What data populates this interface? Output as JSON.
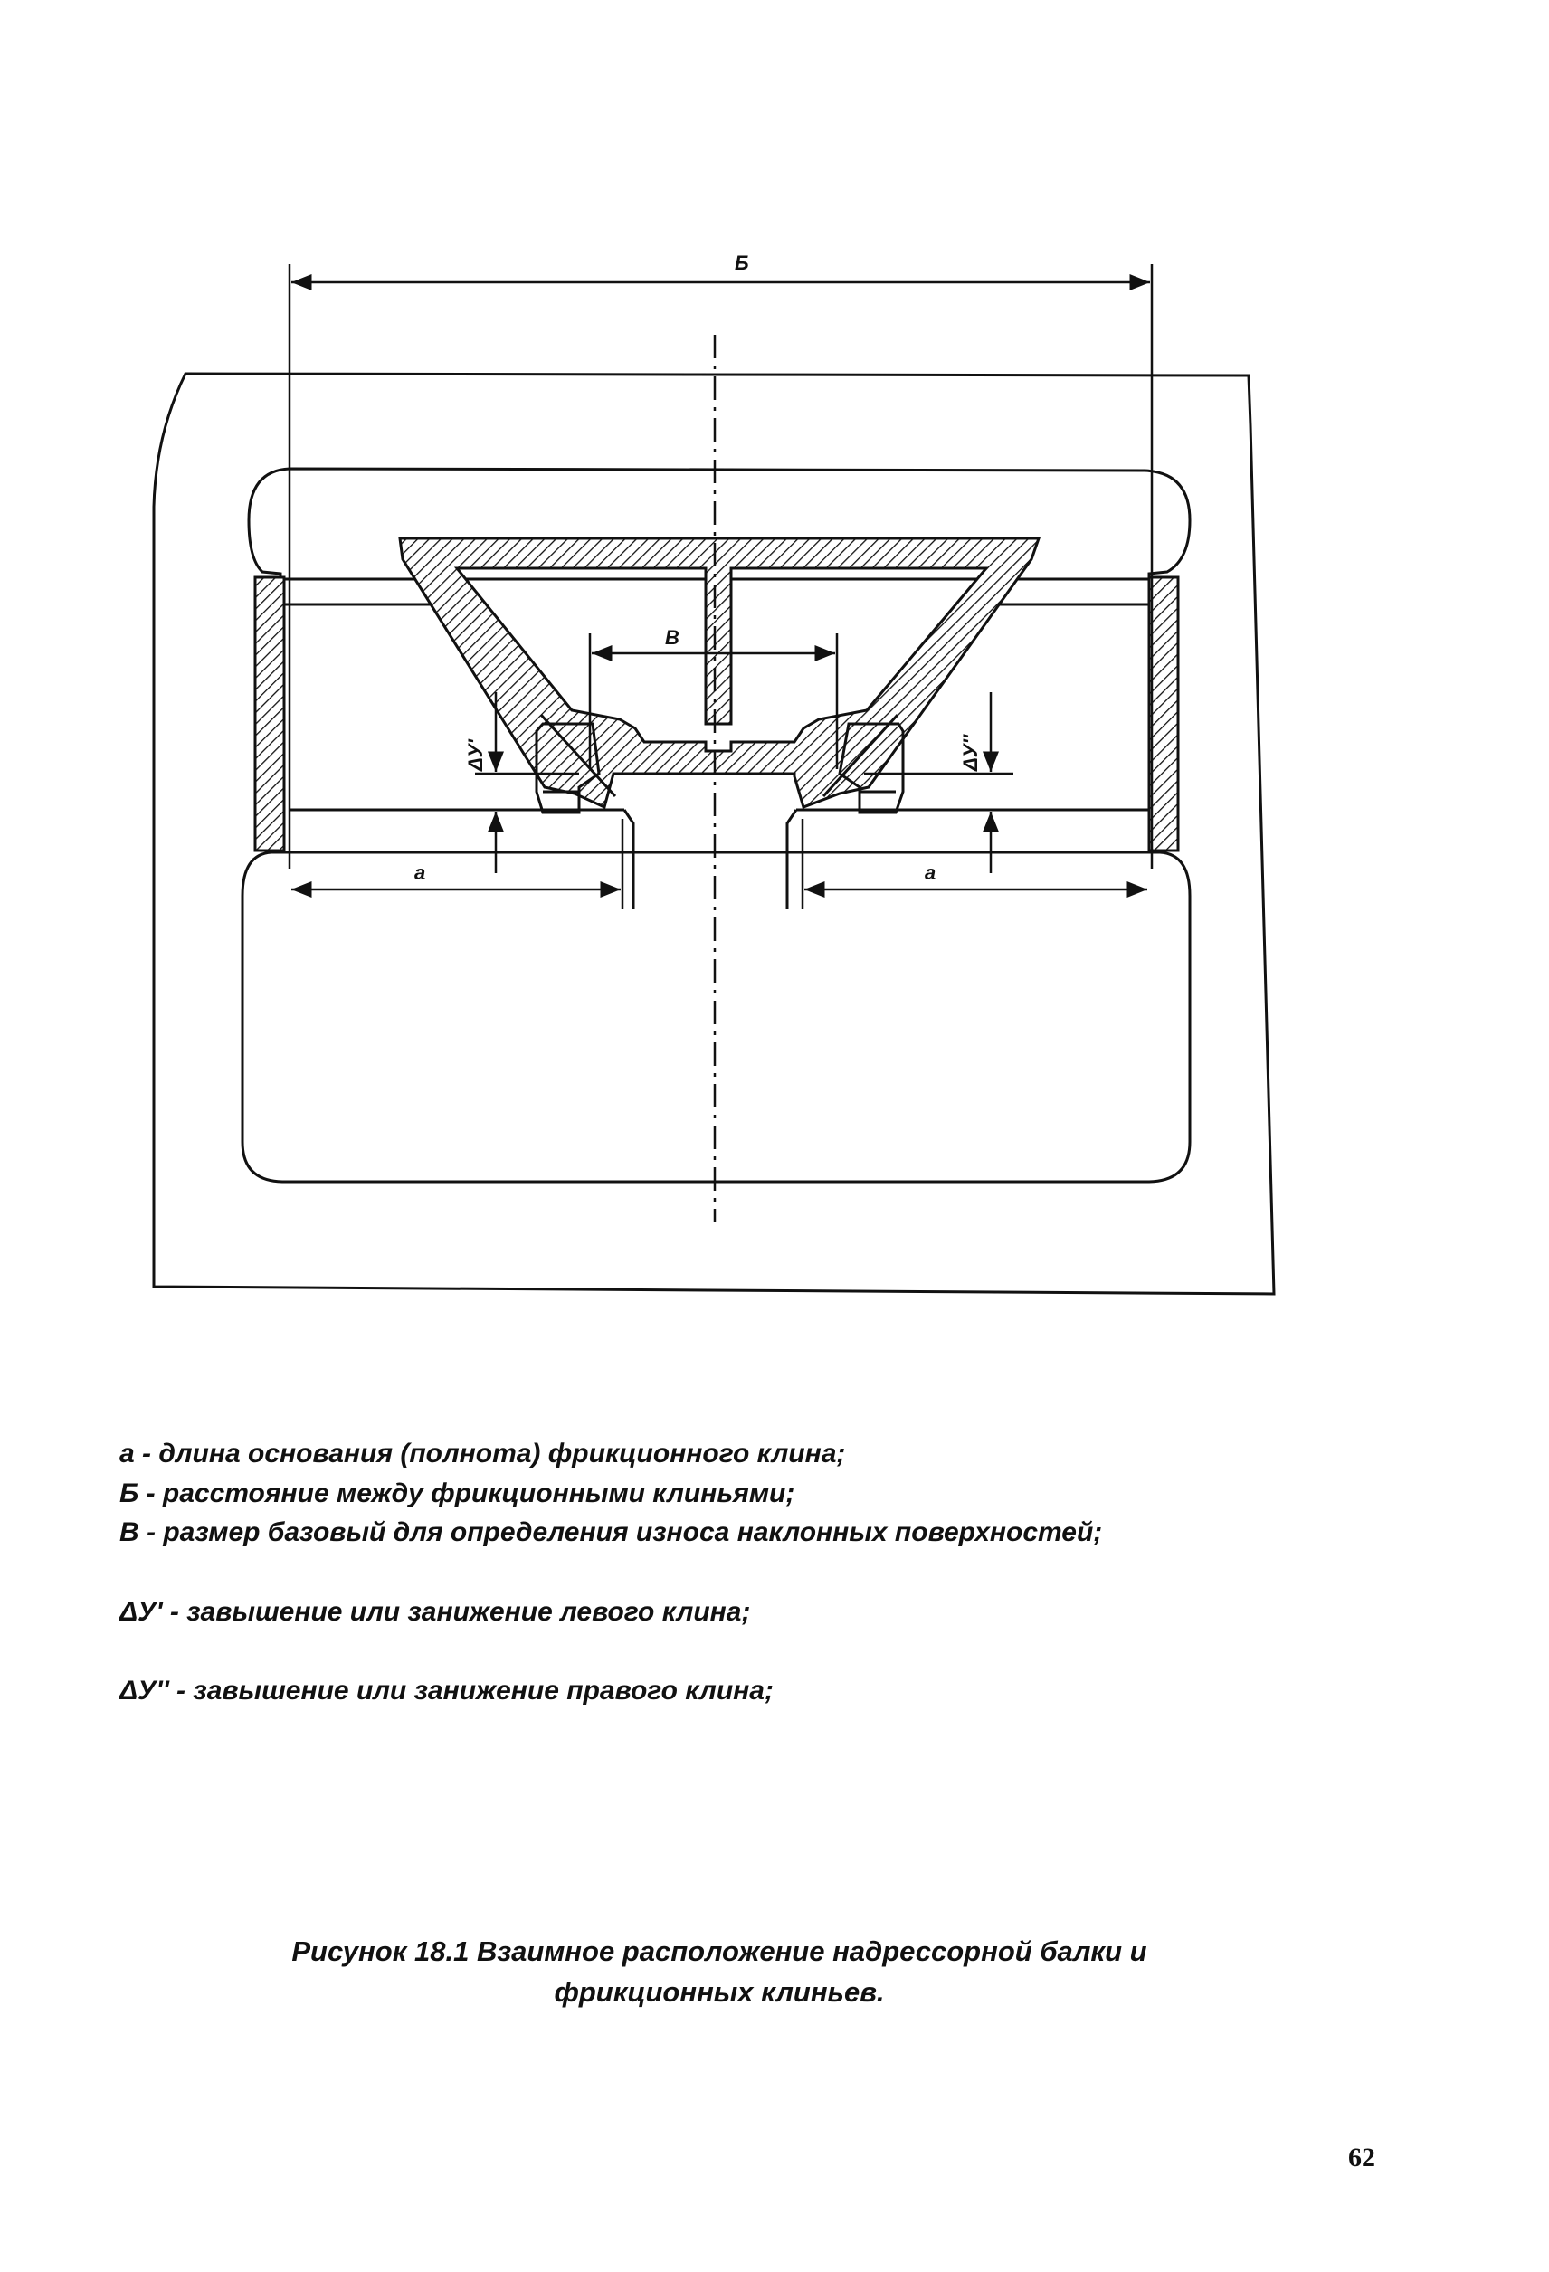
{
  "figure": {
    "labels": {
      "B_top": "Б",
      "V_mid": "В",
      "a_left": "а",
      "a_right": "а",
      "dy_left": "ΔУ'",
      "dy_right": "ΔУ''"
    }
  },
  "legend": [
    "а - длина основания (полнота) фрикционного клина;",
    "Б - расстояние между фрикционными клиньями;",
    "В - размер базовый для определения износа наклонных поверхностей;",
    "ΔУ' - завышение или занижение левого клина;",
    "ΔУ'' - завышение или занижение правого клина;"
  ],
  "caption": {
    "line1": "Рисунок 18.1 Взаимное расположение надрессорной балки и",
    "line2": "фрикционных клиньев."
  },
  "page_number": "62"
}
